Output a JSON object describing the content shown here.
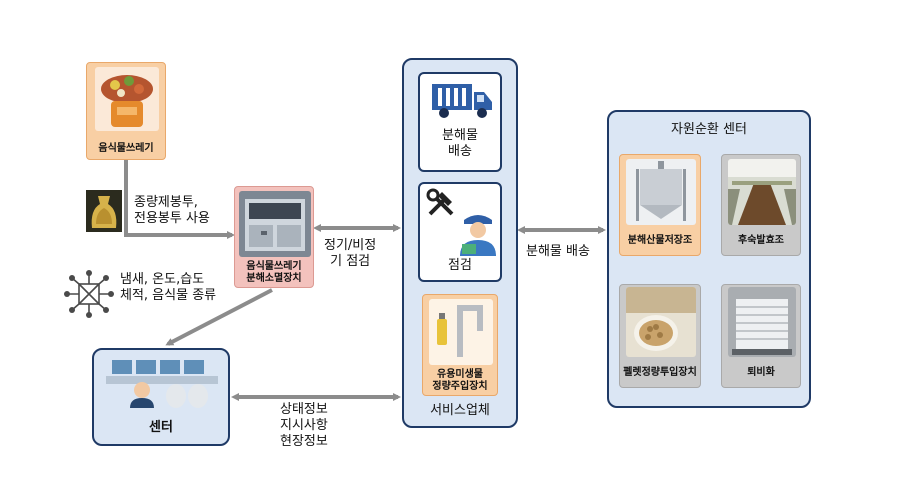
{
  "food_waste_bin": {
    "label": "음식물쓰레기"
  },
  "bag_note": {
    "line1": "종량제봉투,",
    "line2": "전용봉투 사용"
  },
  "sensor_note": {
    "line1": "냄새, 온도,습도",
    "line2": "체적, 음식물 종류"
  },
  "disposer": {
    "line1": "음식물쓰레기",
    "line2": "분해소멸장치"
  },
  "inspection_link": {
    "line1": "정기/비정",
    "line2": "기 점검"
  },
  "center": {
    "label": "센터"
  },
  "center_link": {
    "line1": "상태정보",
    "line2": "지시사항",
    "line3": "현장정보"
  },
  "service_company": {
    "title": "서비스업체",
    "delivery": {
      "line1": "분해물",
      "line2": "배송"
    },
    "inspection": {
      "label": "점검"
    },
    "microbe": {
      "line1": "유용미생물",
      "line2": "정량주입장치"
    }
  },
  "shipping_link": {
    "label": "분해물 배송"
  },
  "recycle_center": {
    "title": "자원순환 센터",
    "items": [
      {
        "label": "분해산물저장조"
      },
      {
        "label": "후숙발효조"
      },
      {
        "label": "펠렛정량투입장치"
      },
      {
        "label": "퇴비화"
      }
    ]
  },
  "colors": {
    "panel_fill": "#dbe6f4",
    "panel_border": "#1f3a66",
    "arrow": "#8c8c8c"
  }
}
